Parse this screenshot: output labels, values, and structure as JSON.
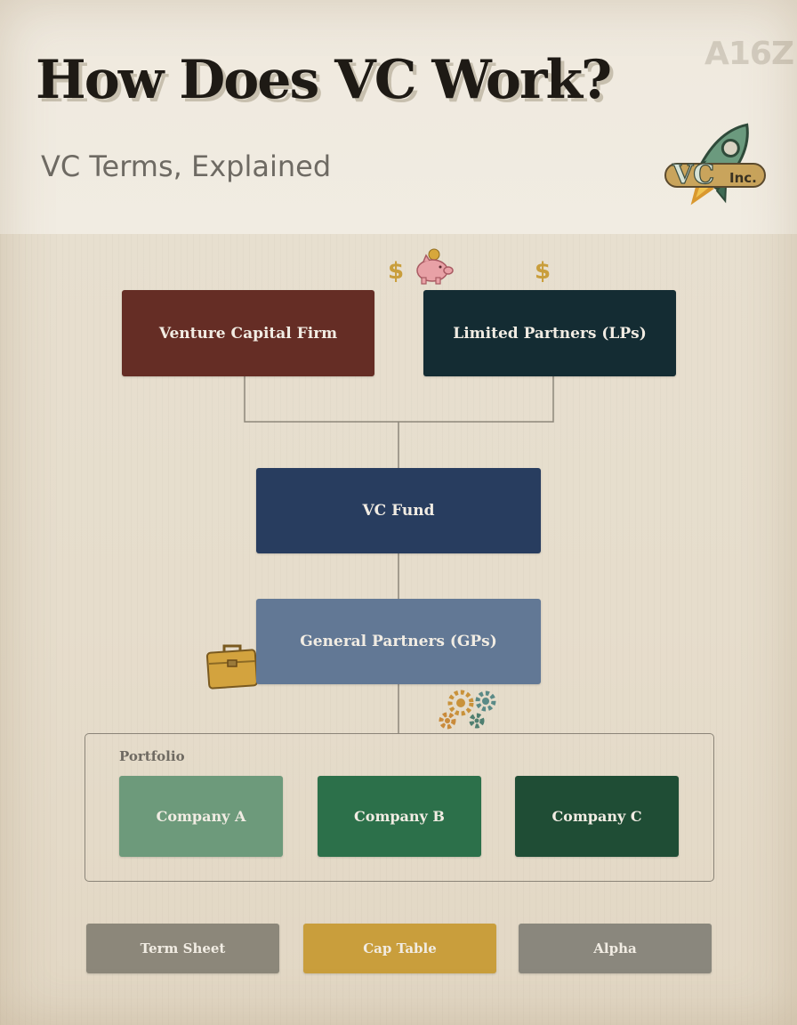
{
  "header": {
    "title": "How Does VC Work?",
    "subtitle": "VC Terms, Explained",
    "brand": "A16Z",
    "logo_text": "VC",
    "logo_suffix": "Inc."
  },
  "diagram": {
    "top_nodes": {
      "vc_firm": "Venture Capital Firm",
      "lps": "Limited Partners (LPs)"
    },
    "fund": "VC Fund",
    "gps": "General Partners (GPs)",
    "portfolio": {
      "label": "Portfolio",
      "companies": [
        "Company A",
        "Company B",
        "Company C"
      ]
    },
    "terms": [
      "Term Sheet",
      "Cap Table",
      "Alpha"
    ],
    "icons": {
      "dollar_symbol": "$"
    }
  },
  "colors": {
    "vc_firm": "#652d25",
    "lps": "#142c33",
    "vc_fund": "#283d5f",
    "gps": "#627895",
    "company_a": "#6d9a7b",
    "company_b": "#2c704a",
    "company_c": "#1f4d35",
    "term_sheet": "#8c877a",
    "cap_table": "#c99e3c",
    "alpha": "#8a877d"
  }
}
